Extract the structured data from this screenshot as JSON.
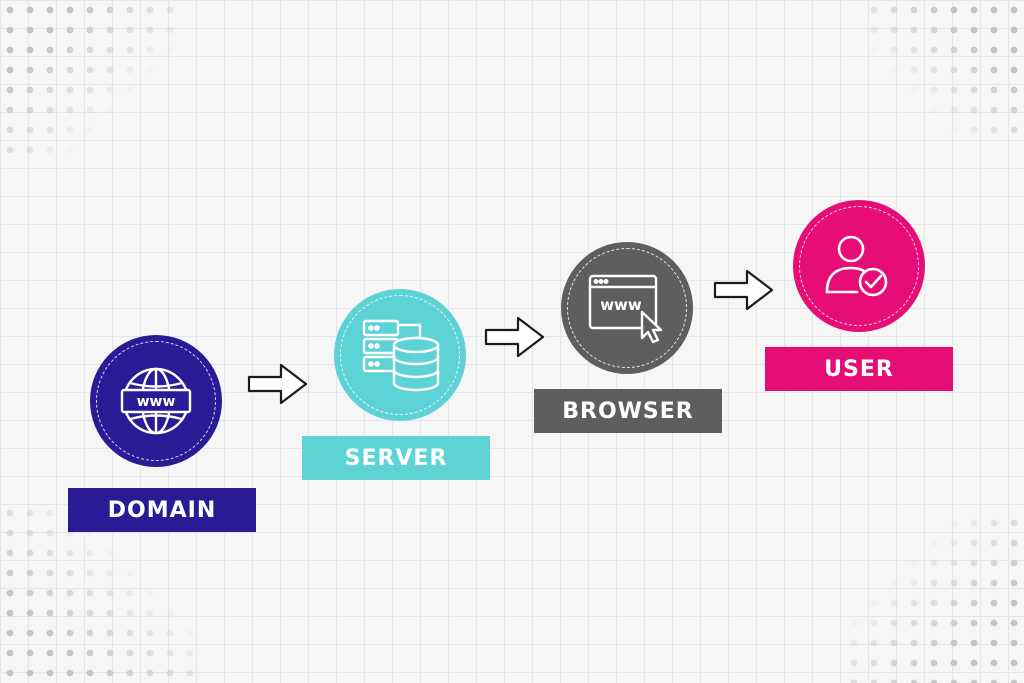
{
  "steps": [
    {
      "key": "domain",
      "label": "DOMAIN",
      "color": "#2a1a96",
      "icon": "globe-www-icon"
    },
    {
      "key": "server",
      "label": "SERVER",
      "color": "#5dd3d5",
      "icon": "server-database-icon"
    },
    {
      "key": "browser",
      "label": "BROWSER",
      "color": "#5f5e5e",
      "icon": "browser-window-cursor-icon"
    },
    {
      "key": "user",
      "label": "USER",
      "color": "#e60d77",
      "icon": "user-check-icon"
    }
  ],
  "icon_text": {
    "domain_www": "www",
    "browser_www": "www"
  }
}
